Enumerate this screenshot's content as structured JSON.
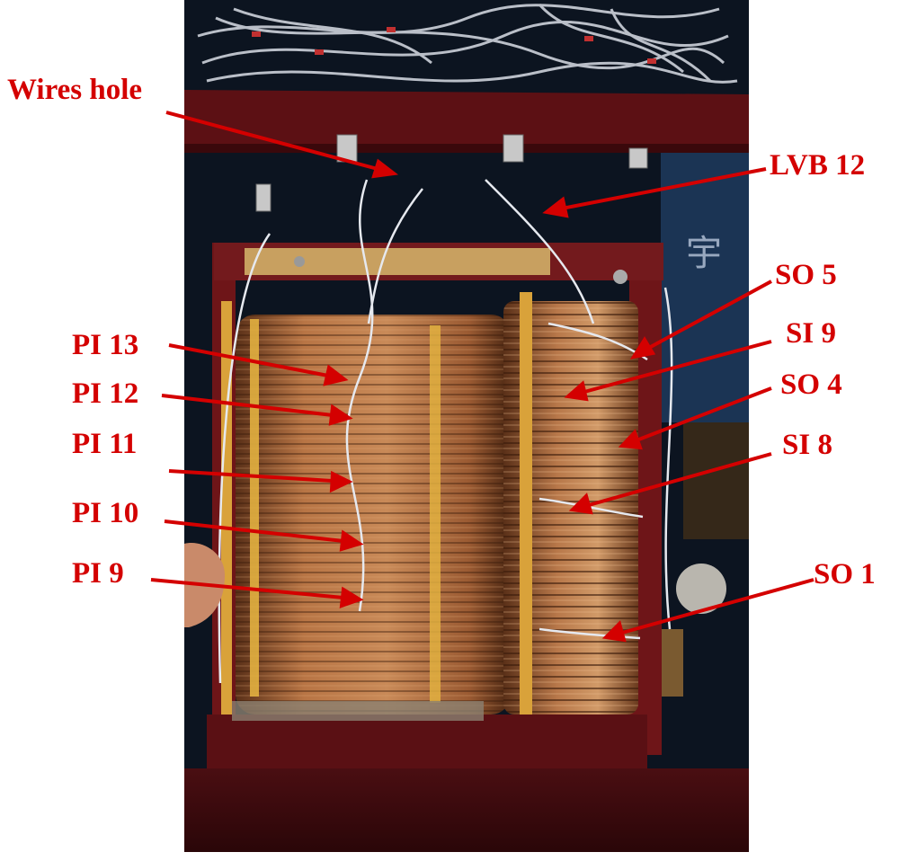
{
  "colors": {
    "annotation": "#d40000",
    "background": "#ffffff",
    "photo_backdrop": "#0c1420",
    "frame": "#6e1518",
    "copper": "#a8663a",
    "insulation_tape": "#d9a23a"
  },
  "labels": {
    "wires_hole": "Wires hole",
    "lvb_12": "LVB 12",
    "pi_13": "PI 13",
    "pi_12": "PI 12",
    "pi_11": "PI 11",
    "pi_10": "PI 10",
    "pi_9": "PI 9",
    "so_5": "SO 5",
    "si_9": "SI 9",
    "so_4": "SO 4",
    "si_8": "SI 8",
    "so_1": "SO 1"
  },
  "background_signage": "宇"
}
